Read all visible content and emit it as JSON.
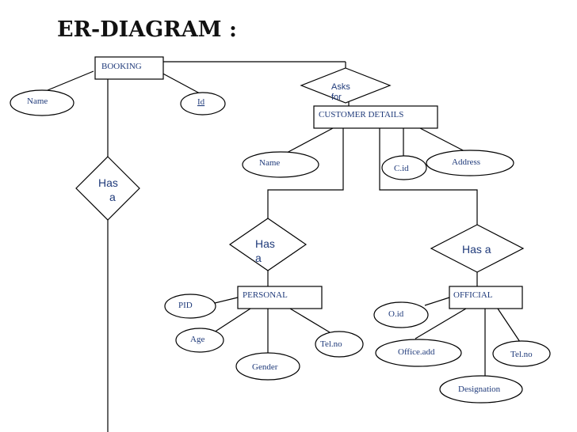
{
  "title": "ER-DIAGRAM :",
  "entities": {
    "booking": "BOOKING",
    "customer_details": "CUSTOMER DETAILS",
    "personal": "PERSONAL",
    "official": "OFFICIAL"
  },
  "relationships": {
    "asks_for": [
      "Asks",
      "for"
    ],
    "booking_has_a": [
      "Has",
      "a"
    ],
    "personal_has_a": [
      "Has",
      "a"
    ],
    "official_has_a": "Has a"
  },
  "attributes": {
    "booking_name": "Name",
    "booking_id": "Id",
    "customer_name": "Name",
    "customer_cid": "C.id",
    "customer_address": "Address",
    "personal_pid": "PID",
    "personal_age": "Age",
    "personal_gender": "Gender",
    "personal_telno": "Tel.no",
    "official_oid": "O.id",
    "official_officeadd": "Office.add",
    "official_telno": "Tel.no",
    "official_designation": "Designation"
  }
}
